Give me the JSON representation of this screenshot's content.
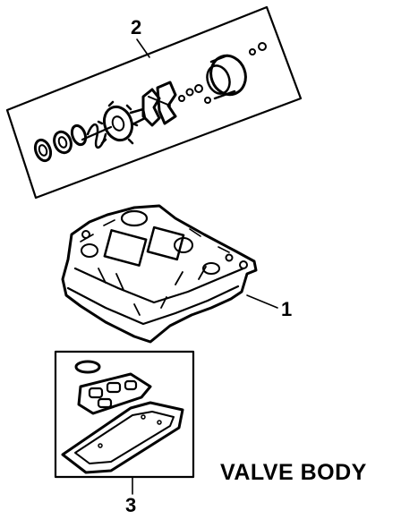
{
  "diagram": {
    "title": "VALVE BODY",
    "callouts": [
      {
        "id": "2",
        "label": "2"
      },
      {
        "id": "1",
        "label": "1"
      },
      {
        "id": "3",
        "label": "3"
      }
    ],
    "colors": {
      "ink": "#000000",
      "background": "#ffffff"
    }
  }
}
